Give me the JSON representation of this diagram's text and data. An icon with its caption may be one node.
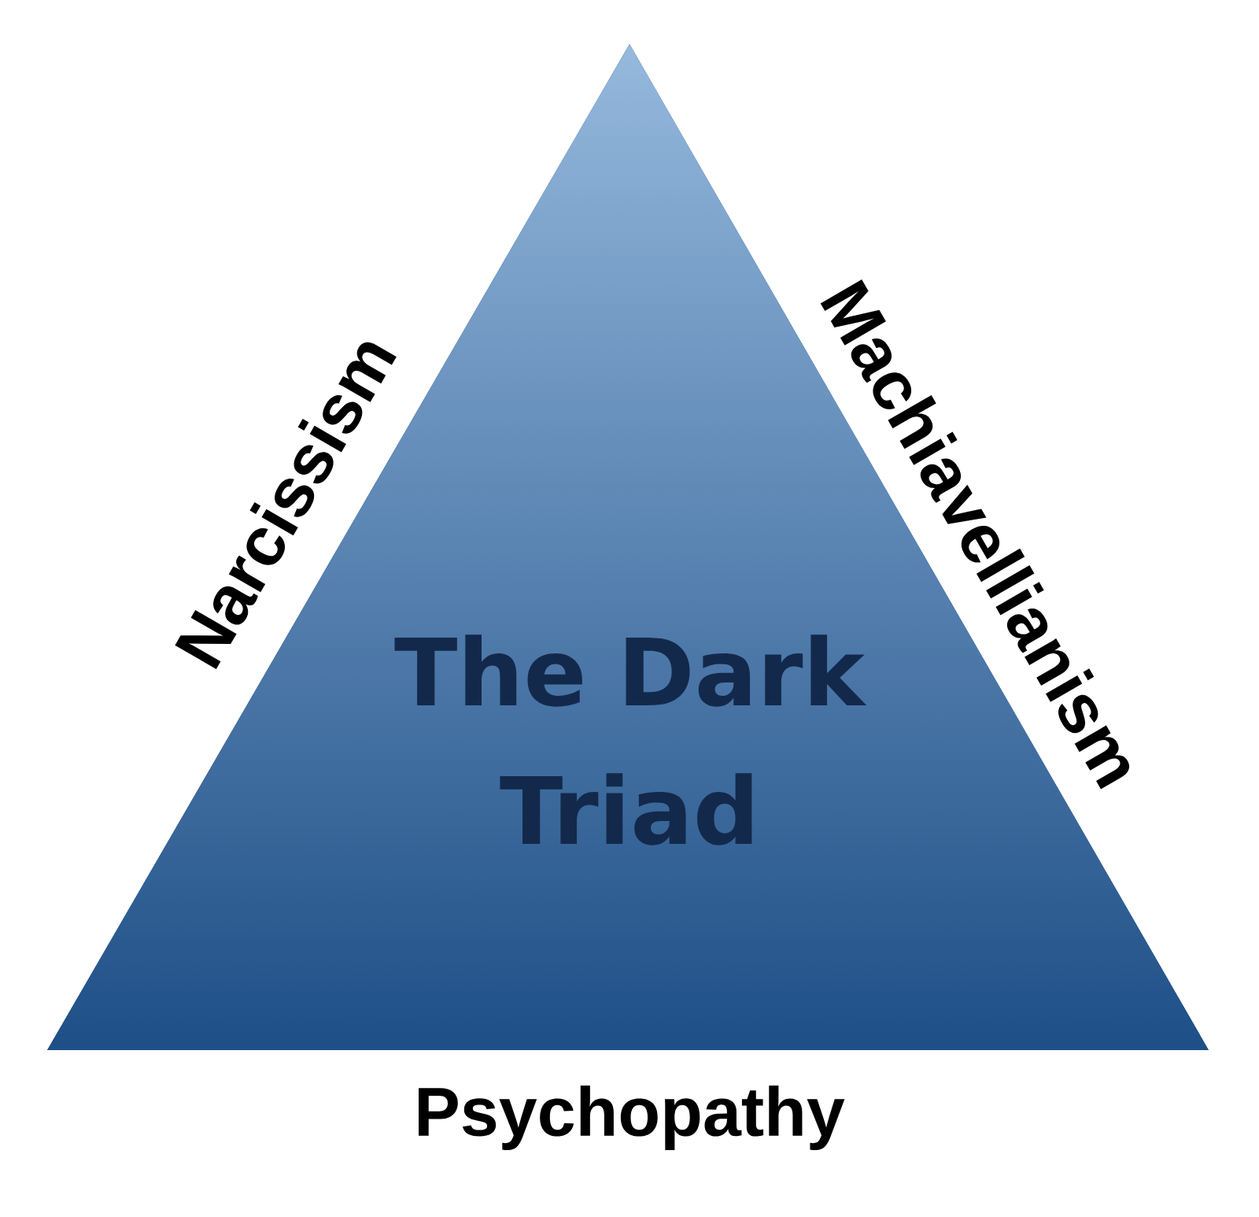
{
  "diagram": {
    "nodes": [
      {
        "text": [
          "The Dark Triad"
        ],
        "beside": [
          "Narcissism",
          "Machiavellianism",
          "Psychopathy"
        ]
      }
    ]
  }
}
